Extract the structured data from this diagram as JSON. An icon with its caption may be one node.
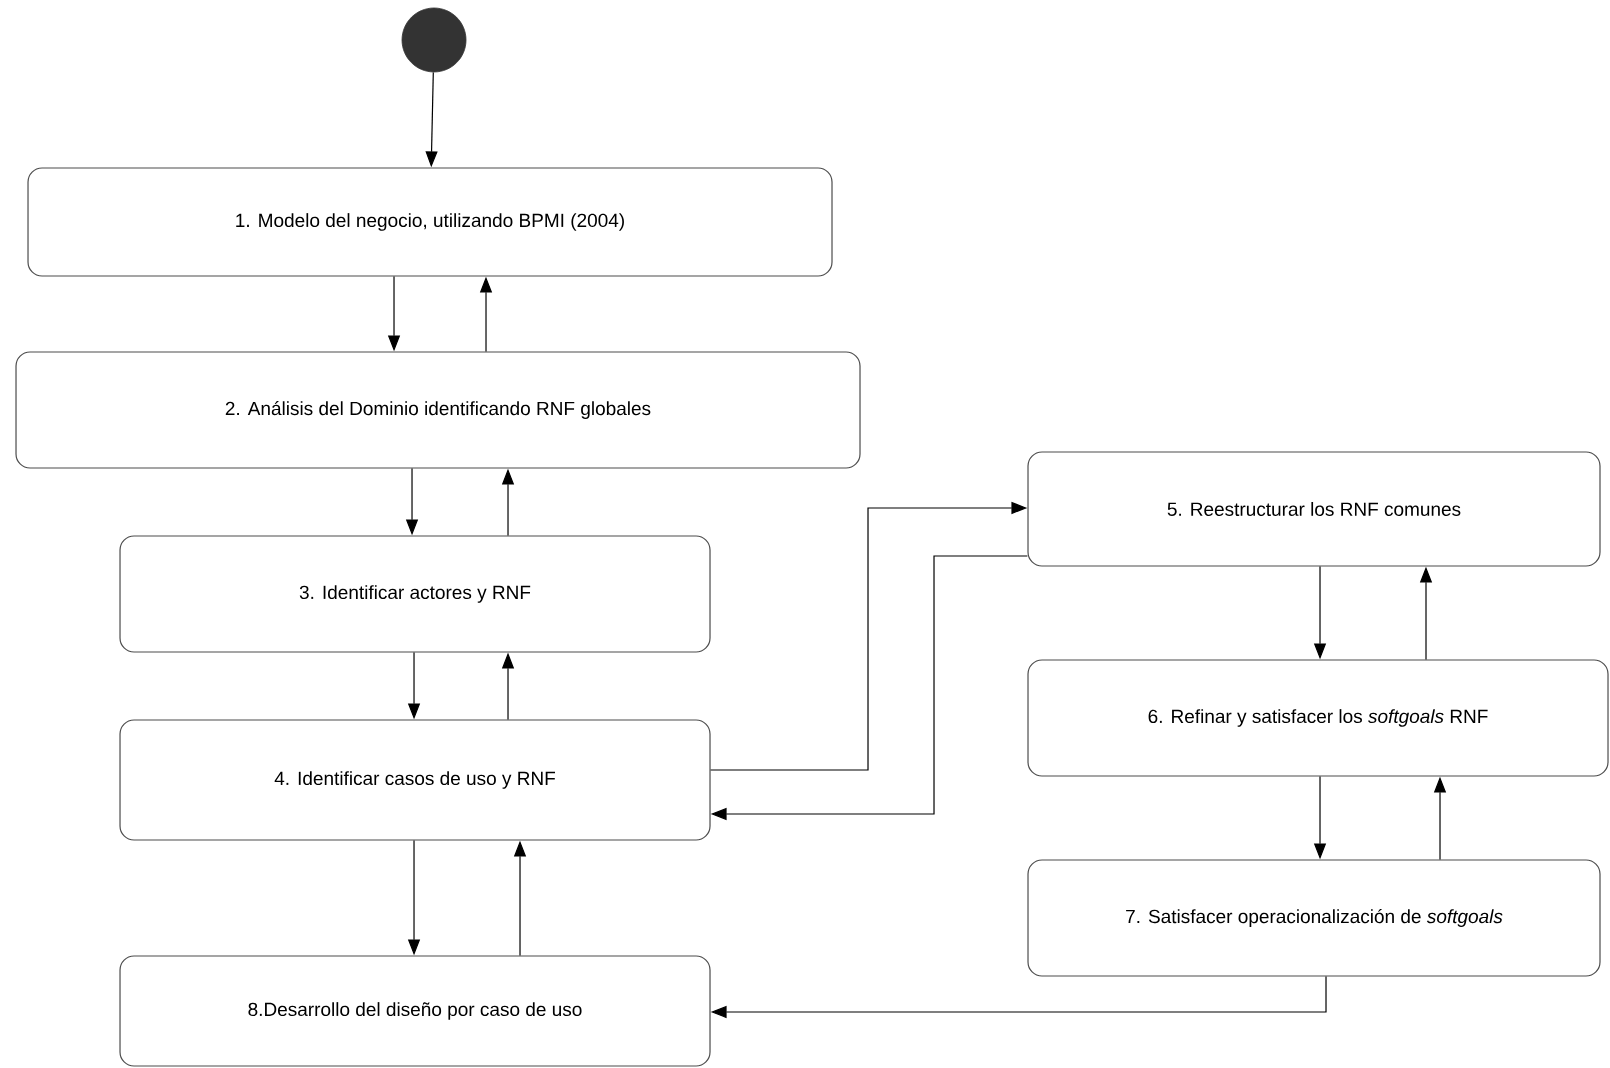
{
  "diagram": {
    "nodes": [
      {
        "text": [],
        "shape": "circle"
      },
      {
        "text": [
          "1. Modelo del negocio, utilizando BPMI (2004)"
        ]
      },
      {
        "text": [
          "2. Análisis del Dominio identificando RNF globales"
        ]
      },
      {
        "text": [
          "3. Identificar actores y RNF"
        ]
      },
      {
        "text": [
          "4. Identificar casos de uso y RNF"
        ]
      },
      {
        "text": [
          "5. Reestructurar los RNF comunes"
        ]
      },
      {
        "text": [
          "6. Refinar y satisfacer los *softgoals* RNF"
        ]
      },
      {
        "text": [
          "7. Satisfacer operacionalización de *softgoals*"
        ]
      },
      {
        "text": [
          "8.Desarrollo del diseño por caso de uso"
        ]
      }
    ],
    "edges": [
      {
        "from": 0,
        "to": 1,
        "arrow": "to"
      },
      {
        "from": 1,
        "to": 2,
        "arrow": "to"
      },
      {
        "from": 2,
        "to": 1,
        "arrow": "to"
      },
      {
        "from": 2,
        "to": 3,
        "arrow": "to"
      },
      {
        "from": 3,
        "to": 2,
        "arrow": "to"
      },
      {
        "from": 3,
        "to": 4,
        "arrow": "to"
      },
      {
        "from": 4,
        "to": 3,
        "arrow": "to"
      },
      {
        "from": 4,
        "to": 5,
        "arrow": "to"
      },
      {
        "from": 5,
        "to": 4,
        "arrow": "to"
      },
      {
        "from": 5,
        "to": 6,
        "arrow": "to"
      },
      {
        "from": 6,
        "to": 5,
        "arrow": "to"
      },
      {
        "from": 6,
        "to": 7,
        "arrow": "to"
      },
      {
        "from": 7,
        "to": 6,
        "arrow": "to"
      },
      {
        "from": 4,
        "to": 8,
        "arrow": "to"
      },
      {
        "from": 8,
        "to": 4,
        "arrow": "to"
      },
      {
        "from": 7,
        "to": 8,
        "arrow": "to"
      }
    ]
  }
}
